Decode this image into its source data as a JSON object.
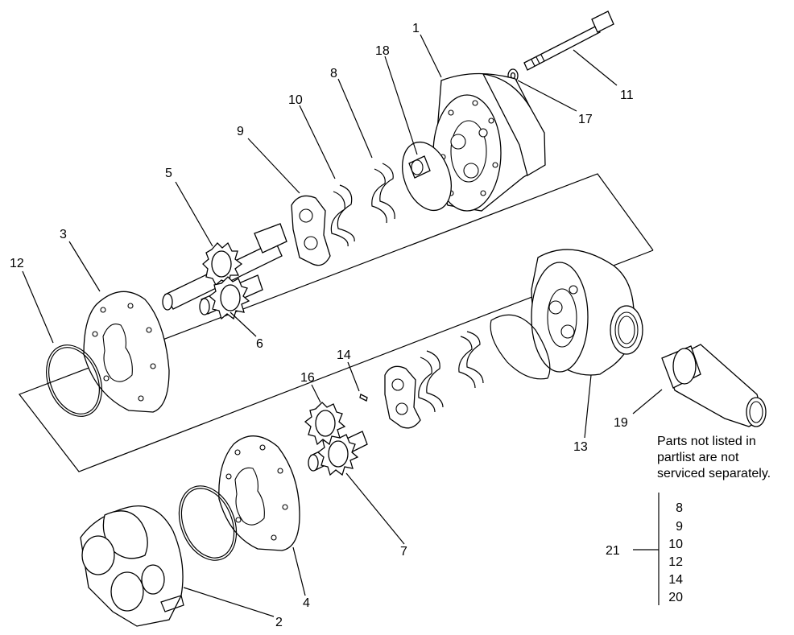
{
  "callouts": {
    "c1": "1",
    "c2": "2",
    "c3": "3",
    "c4": "4",
    "c5": "5",
    "c6": "6",
    "c7": "7",
    "c8": "8",
    "c9": "9",
    "c10": "10",
    "c11": "11",
    "c12": "12",
    "c13": "13",
    "c14": "14",
    "c16": "16",
    "c17": "17",
    "c18": "18",
    "c19": "19",
    "c21": "21"
  },
  "note": {
    "line1": "Parts not listed in",
    "line2": "partlist are not",
    "line3": "serviced separately."
  },
  "kit": {
    "items": [
      "8",
      "9",
      "10",
      "12",
      "14",
      "20"
    ]
  }
}
